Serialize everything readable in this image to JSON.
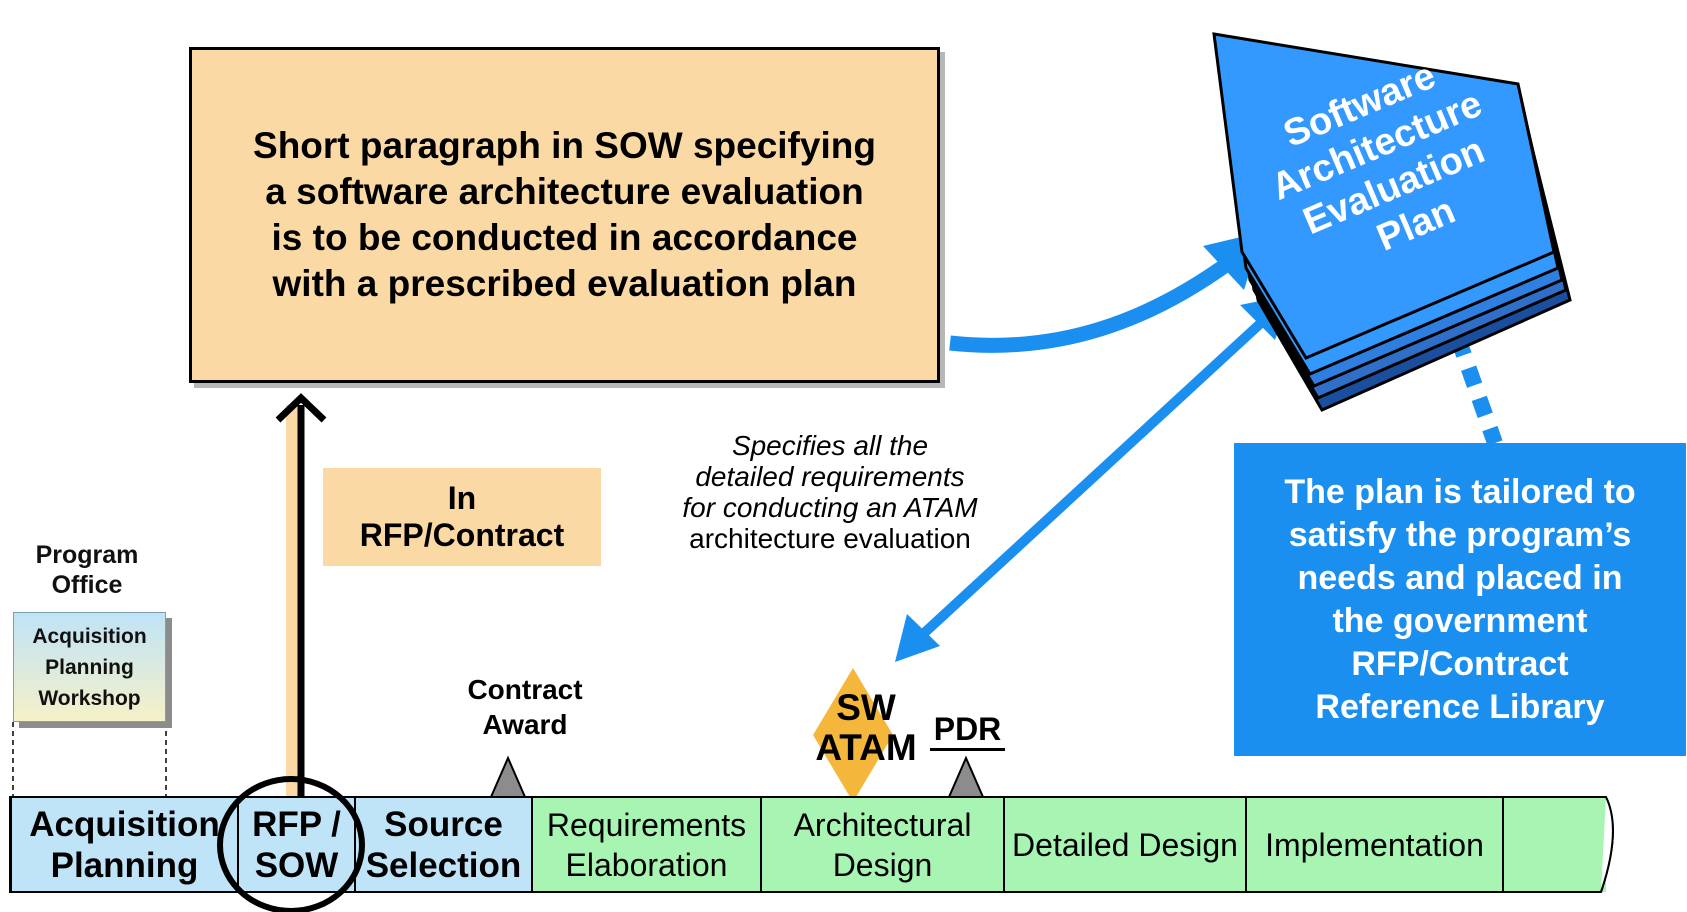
{
  "sow_box": {
    "lines": [
      "Short paragraph in SOW specifying",
      "a software architecture evaluation",
      "is to be conducted in accordance",
      "with a prescribed evaluation plan"
    ]
  },
  "in_rfp": {
    "line1": "In",
    "line2": "RFP/Contract"
  },
  "program_office": {
    "line1": "Program",
    "line2": "Office"
  },
  "acq_workshop": {
    "line1": "Acquisition",
    "line2": "Planning",
    "line3": "Workshop"
  },
  "spec_text": {
    "line1": "Specifies all the",
    "line2": "detailed requirements",
    "line3": "for conducting an ATAM",
    "line4": "architecture evaluation"
  },
  "book": {
    "lines": [
      "Software",
      "Architecture",
      "Evaluation",
      "Plan"
    ]
  },
  "tailored_box": {
    "lines": [
      "The plan is tailored to",
      "satisfy the program’s",
      "needs and placed in",
      "the government",
      "RFP/Contract",
      "Reference Library"
    ]
  },
  "milestones": {
    "contract_award": {
      "line1": "Contract",
      "line2": "Award"
    },
    "pdr": "PDR",
    "sw_atam": {
      "line1": "SW",
      "line2": "ATAM"
    }
  },
  "phases": [
    {
      "line1": "Acquisition",
      "line2": "Planning"
    },
    {
      "line1": "RFP /",
      "line2": "SOW"
    },
    {
      "line1": "Source",
      "line2": "Selection"
    },
    {
      "line1": "Requirements",
      "line2": "Elaboration"
    },
    {
      "line1": "Architectural",
      "line2": "Design"
    },
    {
      "line1": "Detailed Design",
      "line2": ""
    },
    {
      "line1": "Implementation",
      "line2": ""
    },
    {
      "line1": "",
      "line2": ""
    }
  ],
  "colors": {
    "sow_fill": "#fad9a4",
    "book_blue": "#3399ff",
    "tailored_blue": "#1a8ff0",
    "arrow_blue": "#1a8ff0",
    "phase_blue": "#bfe3f7",
    "phase_green": "#a8f5b3",
    "atam_diamond": "#f5b63c"
  }
}
